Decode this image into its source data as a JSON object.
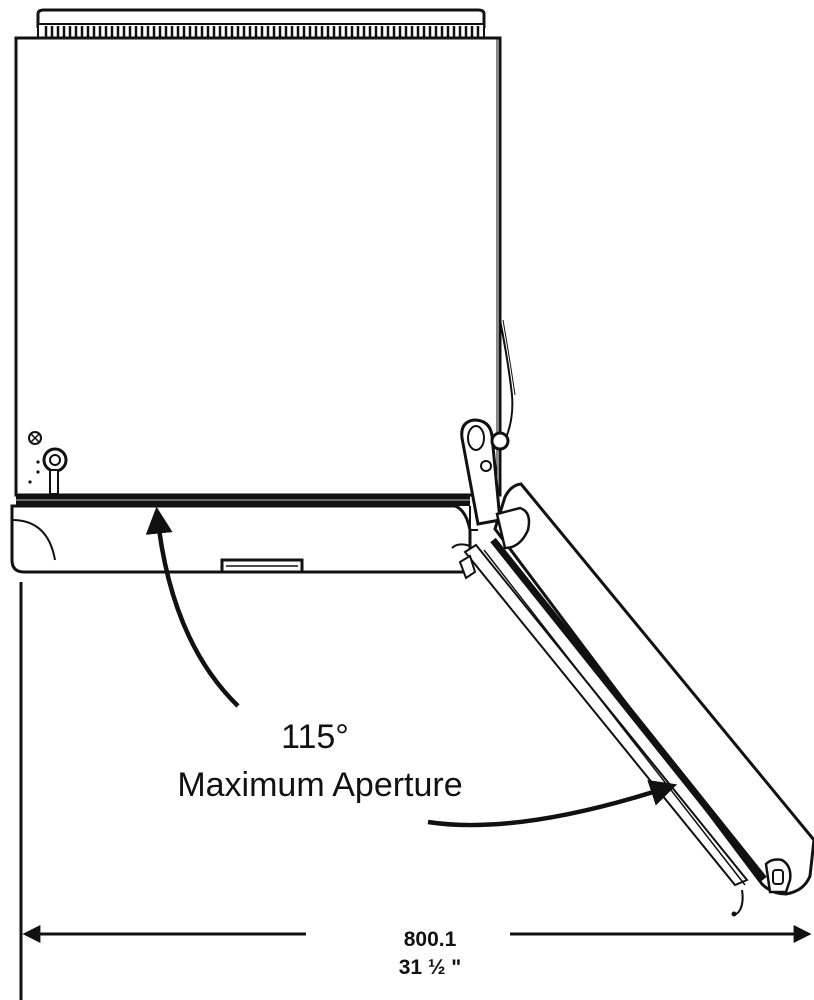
{
  "annotation": {
    "angle": "115°",
    "caption": "Maximum Aperture"
  },
  "dimension": {
    "metric": "800.1",
    "imperial": "31  ½ \""
  },
  "colors": {
    "line": "#111111",
    "background": "#ffffff"
  }
}
